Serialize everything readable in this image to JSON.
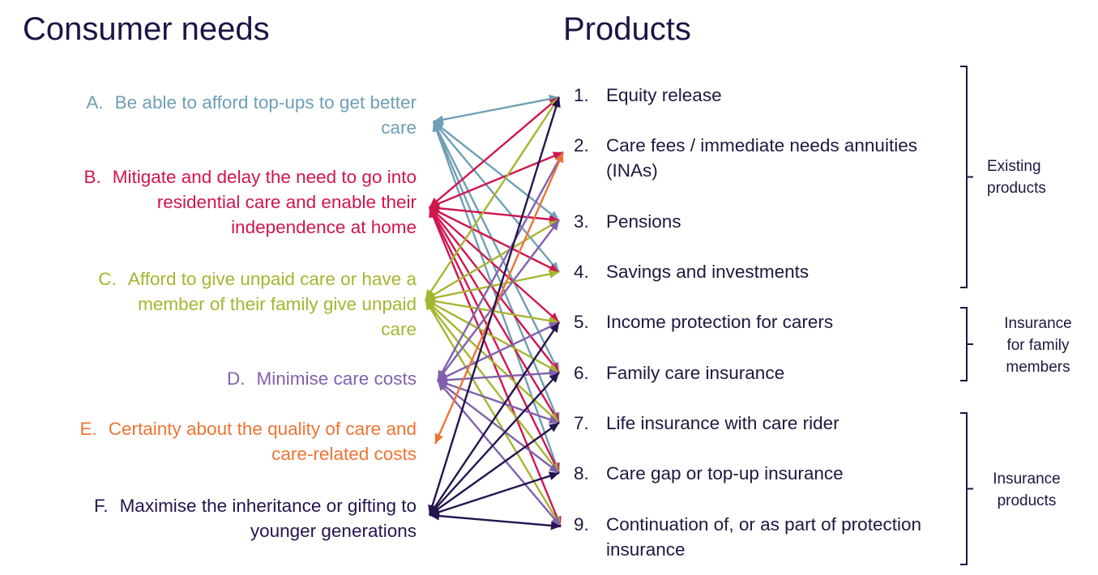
{
  "headings": {
    "needs": "Consumer needs",
    "products": "Products"
  },
  "needs": [
    {
      "letter": "A.",
      "lines": [
        "Be able to afford top-ups to get better",
        "care"
      ],
      "color": "#6f9fb4"
    },
    {
      "letter": "B.",
      "lines": [
        "Mitigate and delay the need to go into",
        "residential care and enable their",
        "independence at home"
      ],
      "color": "#d0164f"
    },
    {
      "letter": "C.",
      "lines": [
        "Afford to give unpaid care or have a",
        "member of their family give unpaid",
        "care"
      ],
      "color": "#a6b530"
    },
    {
      "letter": "D.",
      "lines": [
        "Minimise care costs"
      ],
      "color": "#8161ad"
    },
    {
      "letter": "E.",
      "lines": [
        "Certainty about the quality of care and",
        "care-related costs"
      ],
      "color": "#ee7434"
    },
    {
      "letter": "F.",
      "lines": [
        "Maximise the inheritance or gifting to",
        "younger generations"
      ],
      "color": "#251450"
    }
  ],
  "products": [
    {
      "number": "1.",
      "lines": [
        "Equity release"
      ]
    },
    {
      "number": "2.",
      "lines": [
        "Care fees / immediate needs annuities",
        "(INAs)"
      ]
    },
    {
      "number": "3.",
      "lines": [
        "Pensions"
      ]
    },
    {
      "number": "4.",
      "lines": [
        "Savings and investments"
      ]
    },
    {
      "number": "5.",
      "lines": [
        "Income protection for carers"
      ]
    },
    {
      "number": "6.",
      "lines": [
        "Family care insurance"
      ]
    },
    {
      "number": "7.",
      "lines": [
        "Life insurance with care rider"
      ]
    },
    {
      "number": "8.",
      "lines": [
        "Care gap or top-up insurance"
      ]
    },
    {
      "number": "9.",
      "lines": [
        "Continuation of, or as part of  protection",
        "insurance"
      ]
    }
  ],
  "groups": [
    {
      "label_lines": [
        "Existing",
        "products"
      ],
      "products": [
        1,
        2,
        3,
        4
      ]
    },
    {
      "label_lines": [
        "Insurance",
        "for family",
        "members"
      ],
      "products": [
        5,
        6
      ]
    },
    {
      "label_lines": [
        "Insurance",
        "products"
      ],
      "products": [
        7,
        8,
        9
      ]
    }
  ],
  "colors": {
    "heading": "#1c1446",
    "product_text": "#22163f",
    "bracket": "#22163f"
  },
  "links": [
    {
      "need": "A",
      "products": [
        1,
        3,
        4,
        6,
        7,
        8
      ]
    },
    {
      "need": "B",
      "products": [
        1,
        2,
        3,
        4,
        5,
        6,
        7,
        8,
        9
      ]
    },
    {
      "need": "C",
      "products": [
        1,
        3,
        4,
        5,
        6,
        7,
        8,
        9
      ]
    },
    {
      "need": "D",
      "products": [
        2,
        3,
        5,
        6,
        7,
        8,
        9
      ]
    },
    {
      "need": "E",
      "products": [
        2
      ]
    },
    {
      "need": "F",
      "products": [
        1,
        5,
        6,
        7,
        8,
        9
      ]
    }
  ]
}
